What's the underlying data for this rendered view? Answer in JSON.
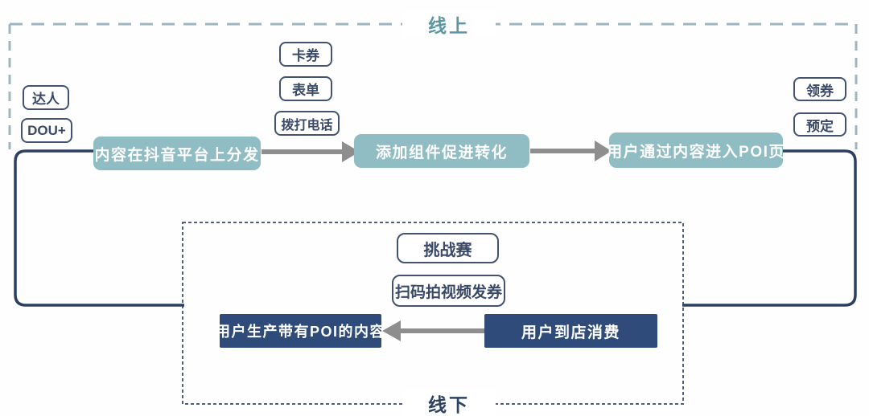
{
  "zones": {
    "online": {
      "label": "线上"
    },
    "offline": {
      "label": "线下"
    }
  },
  "online_flow": {
    "steps": [
      {
        "label": "内容在抖音平台上分发"
      },
      {
        "label": "添加组件促进转化"
      },
      {
        "label": "用户通过内容进入POI页"
      }
    ],
    "distribution_tags": [
      {
        "label": "达人"
      },
      {
        "label": "DOU+"
      }
    ],
    "component_tags": [
      {
        "label": "卡券"
      },
      {
        "label": "表单"
      },
      {
        "label": "拨打电话"
      }
    ],
    "poi_tags": [
      {
        "label": "领券"
      },
      {
        "label": "预定"
      }
    ]
  },
  "offline_flow": {
    "steps": [
      {
        "label": "用户到店消费"
      },
      {
        "label": "用户生产带有POI的内容"
      }
    ],
    "tags": [
      {
        "label": "挑战赛"
      },
      {
        "label": "扫码拍视频发券"
      }
    ]
  },
  "colors": {
    "teal_box": "#8fbdc3",
    "navy_box": "#2f4b79",
    "connector_navy": "#2c3f63",
    "arrow_gray": "#8e8e8e",
    "online_dash": "#9fb6bd",
    "offline_dash": "#515e7d",
    "tag_border": "#435270",
    "tag_text": "#3a4967",
    "online_label_color": "#5b97a3",
    "offline_label_color": "#2d4163"
  }
}
